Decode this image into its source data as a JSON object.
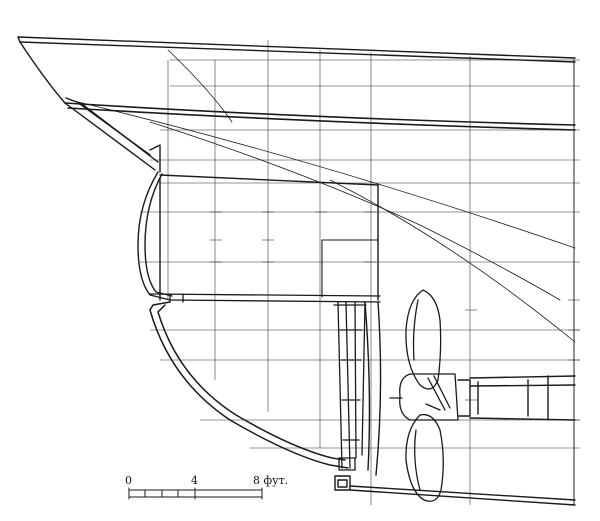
{
  "scale_bar": {
    "tick_labels": [
      "0",
      "4",
      "8 фут."
    ]
  }
}
